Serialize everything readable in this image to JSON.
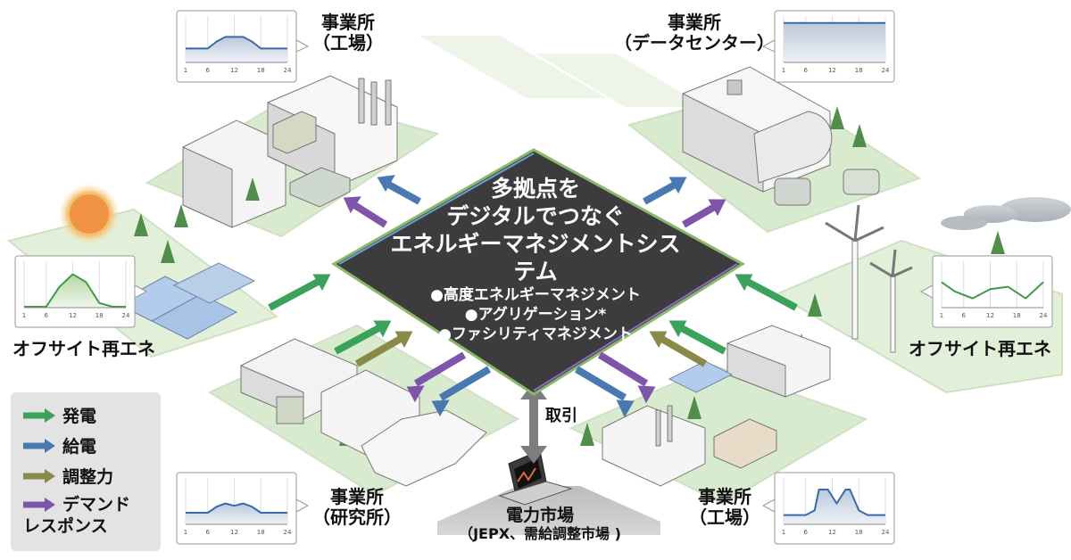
{
  "center": {
    "title_lines": [
      "多拠点を",
      "デジタルでつなぐ",
      "エネルギーマネジメントシステム"
    ],
    "bullets": [
      "●高度エネルギーマネジメント",
      "●アグリゲーション*",
      "●ファシリティマネジメント"
    ]
  },
  "sites": {
    "factory_top": {
      "line1": "事業所",
      "line2": "（工場）"
    },
    "datacenter": {
      "line1": "事業所",
      "line2": "（データセンター）"
    },
    "offsite_left": {
      "label": "オフサイト再エネ"
    },
    "offsite_right": {
      "label": "オフサイト再エネ"
    },
    "research": {
      "line1": "事業所",
      "line2": "（研究所）"
    },
    "factory_bottom": {
      "line1": "事業所",
      "line2": "（工場）"
    },
    "market": {
      "line1": "電力市場",
      "line2": "（JEPX、需給調整市場 )"
    }
  },
  "trade_label": "取引",
  "legend": {
    "items": [
      {
        "label": "発電",
        "color": "#3aa25a"
      },
      {
        "label": "給電",
        "color": "#4a78b0"
      },
      {
        "label": "調整力",
        "color": "#8a8a48"
      },
      {
        "label": "デマンド",
        "label2": "レスポンス",
        "color": "#7e55aa"
      }
    ]
  },
  "chart_ticks": [
    "1",
    "6",
    "12",
    "18",
    "24"
  ],
  "chart_data": [
    {
      "type": "line",
      "name": "factory-top-profile",
      "x": [
        1,
        6,
        8,
        10,
        12,
        14,
        16,
        18,
        20,
        24
      ],
      "values": [
        0.3,
        0.3,
        0.45,
        0.55,
        0.55,
        0.55,
        0.45,
        0.3,
        0.3,
        0.3
      ],
      "ylim": [
        0,
        1
      ]
    },
    {
      "type": "line",
      "name": "datacenter-profile",
      "x": [
        1,
        24
      ],
      "values": [
        0.85,
        0.85
      ],
      "ylim": [
        0,
        1
      ]
    },
    {
      "type": "line",
      "name": "offsite-left-profile",
      "x": [
        1,
        6,
        9,
        12,
        15,
        18,
        21,
        24
      ],
      "values": [
        0.02,
        0.02,
        0.45,
        0.72,
        0.55,
        0.1,
        0.02,
        0.02
      ],
      "ylim": [
        0,
        1
      ]
    },
    {
      "type": "line",
      "name": "offsite-right-profile",
      "x": [
        1,
        4,
        8,
        12,
        16,
        20,
        24
      ],
      "values": [
        0.55,
        0.35,
        0.2,
        0.4,
        0.45,
        0.2,
        0.55
      ],
      "ylim": [
        0,
        1
      ]
    },
    {
      "type": "line",
      "name": "research-profile",
      "x": [
        1,
        6,
        8,
        10,
        12,
        14,
        16,
        18,
        20,
        24
      ],
      "values": [
        0.25,
        0.25,
        0.38,
        0.45,
        0.4,
        0.45,
        0.38,
        0.25,
        0.25,
        0.25
      ],
      "ylim": [
        0,
        1
      ]
    },
    {
      "type": "line",
      "name": "factory-bottom-profile",
      "x": [
        1,
        6,
        8,
        9,
        11,
        13,
        15,
        16,
        18,
        20,
        24
      ],
      "values": [
        0.2,
        0.2,
        0.3,
        0.75,
        0.75,
        0.45,
        0.75,
        0.75,
        0.3,
        0.2,
        0.2
      ],
      "ylim": [
        0,
        1
      ]
    }
  ]
}
